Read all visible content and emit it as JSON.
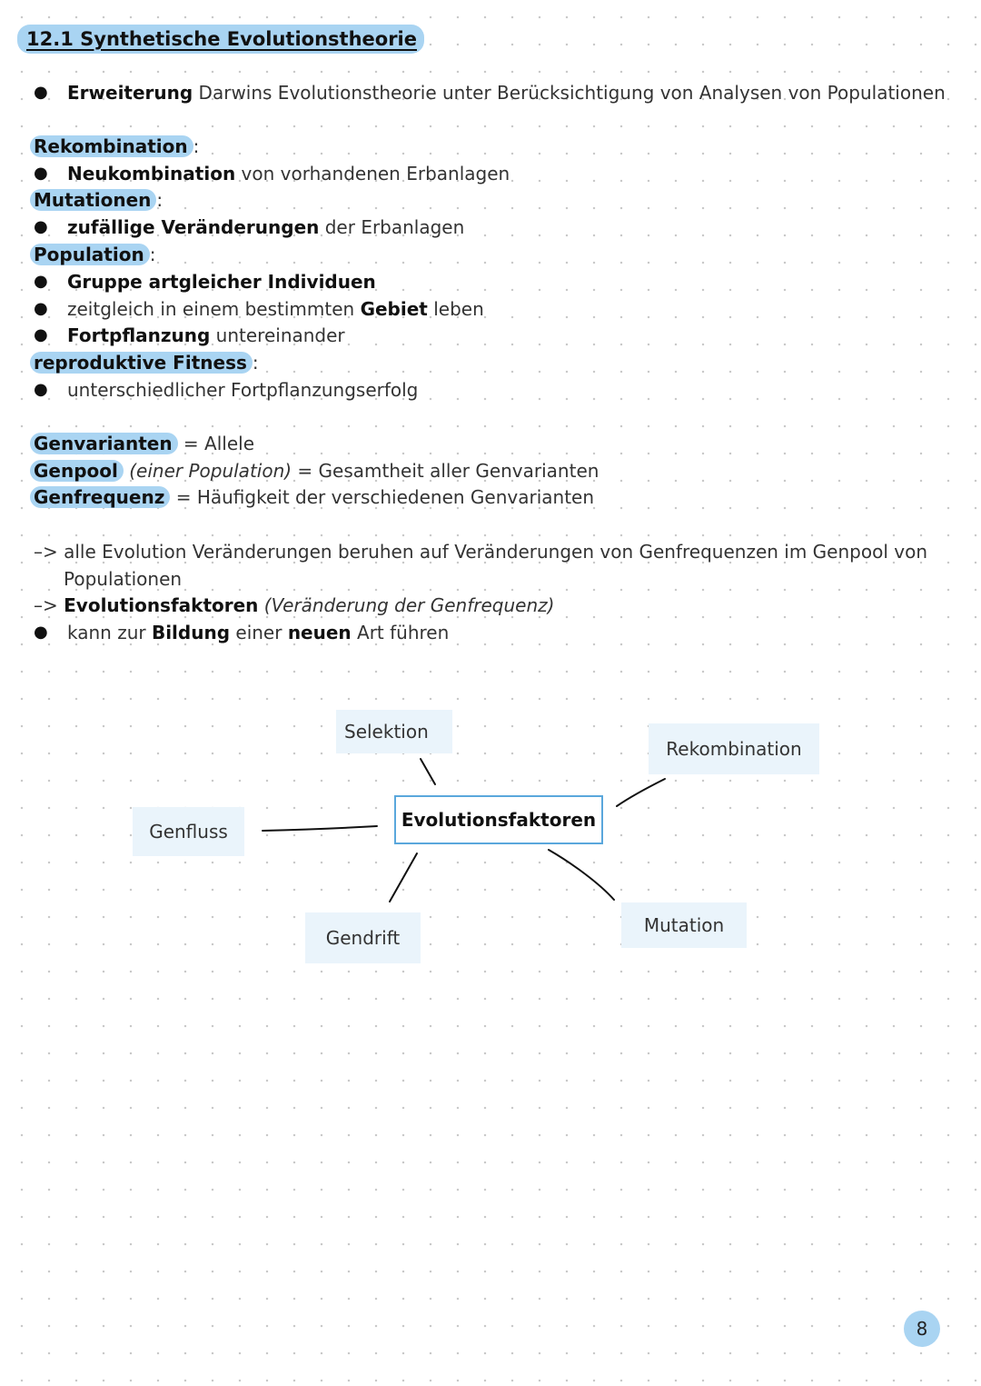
{
  "title": "12.1 Synthetische Evolutionstheorie",
  "intro": {
    "bold": "Erweiterung",
    "text": " Darwins Evolutionstheorie unter Berücksichtigung von Analysen von Populationen"
  },
  "definitions": {
    "rekombination": {
      "term": "Rekombination",
      "colon": ":",
      "bullet_bold": "Neukombination",
      "bullet_text": " von vorhandenen Erbanlagen"
    },
    "mutationen": {
      "term": "Mutationen",
      "colon": ":",
      "bullet_bold": "zufällige Veränderungen",
      "bullet_text": " der Erbanlagen"
    },
    "population": {
      "term": "Population",
      "colon": ":",
      "bullet1_bold": "Gruppe artgleicher Individuen",
      "bullet2_pre": "zeitgleich in einem bestimmten ",
      "bullet2_bold": "Gebiet",
      "bullet2_post": " leben",
      "bullet3_bold": "Fortpflanzung",
      "bullet3_text": " untereinander"
    },
    "fitness": {
      "term": "reproduktive Fitness",
      "colon": ":",
      "bullet_text": "unterschiedlicher Fortpflanzungserfolg"
    }
  },
  "genes": {
    "genvarianten_term": "Genvarianten",
    "genvarianten_text": " = Allele",
    "genpool_term": "Genpool",
    "genpool_italic": " (einer Population)",
    "genpool_text": " = Gesamtheit aller Genvarianten",
    "genfrequenz_term": "Genfrequenz",
    "genfrequenz_text": " = Häufigkeit der verschiedenen Genvarianten"
  },
  "conclusion": {
    "line1": "–> alle Evolution Veränderungen beruhen auf Veränderungen von Genfrequenzen im Genpool von",
    "line1_cont": "Populationen",
    "line2_arrow": "–> ",
    "line2_bold": "Evolutionsfaktoren",
    "line2_italic": " (Veränderung der Genfrequenz)",
    "bullet_pre": "kann zur ",
    "bullet_bold1": "Bildung",
    "bullet_mid": " einer ",
    "bullet_bold2": "neuen",
    "bullet_post": " Art führen"
  },
  "diagram": {
    "center": "Evolutionsfaktoren",
    "selektion": "Selektion",
    "rekombination": "Rekombination",
    "genfluss": "Genfluss",
    "gendrift": "Gendrift",
    "mutation": "Mutation"
  },
  "page_number": "8",
  "colors": {
    "highlight": "#a9d4f2",
    "box_fill": "#eaf4fb",
    "center_border": "#5aa7dc"
  }
}
